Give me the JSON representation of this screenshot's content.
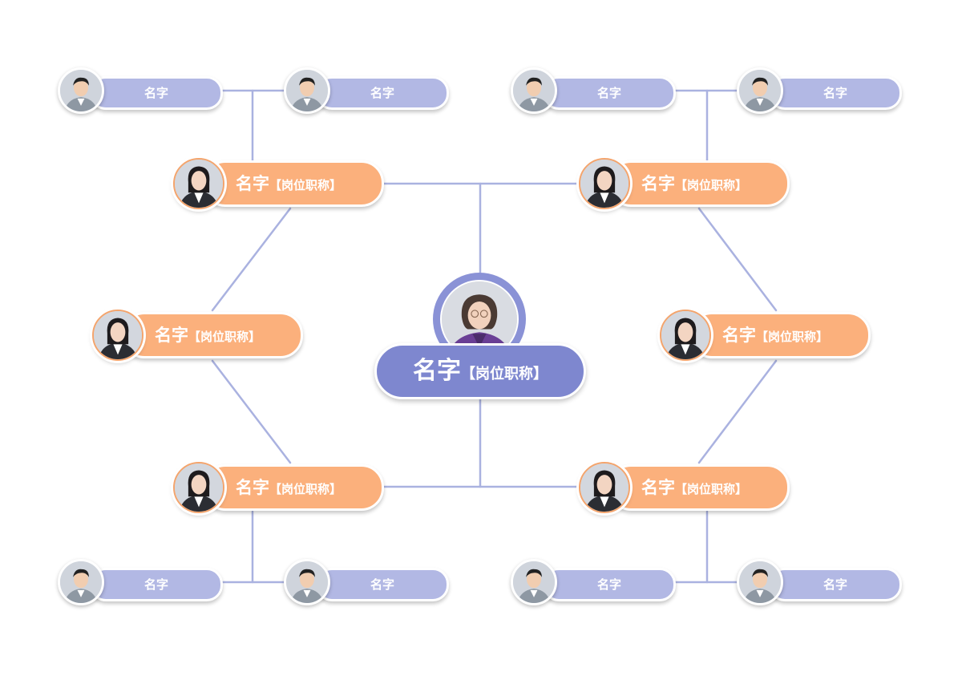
{
  "center": {
    "name": "名字",
    "title": "【岗位职称】"
  },
  "managers": [
    {
      "name": "名字",
      "title": "【岗位职称】"
    },
    {
      "name": "名字",
      "title": "【岗位职称】"
    },
    {
      "name": "名字",
      "title": "【岗位职称】"
    },
    {
      "name": "名字",
      "title": "【岗位职称】"
    },
    {
      "name": "名字",
      "title": "【岗位职称】"
    },
    {
      "name": "名字",
      "title": "【岗位职称】"
    }
  ],
  "members": [
    {
      "name": "名字"
    },
    {
      "name": "名字"
    },
    {
      "name": "名字"
    },
    {
      "name": "名字"
    },
    {
      "name": "名字"
    },
    {
      "name": "名字"
    },
    {
      "name": "名字"
    },
    {
      "name": "名字"
    }
  ],
  "colors": {
    "accent": "#7e87cf",
    "manager": "#fbb07c",
    "member": "#b2b8e4",
    "line": "#aab2e0"
  }
}
